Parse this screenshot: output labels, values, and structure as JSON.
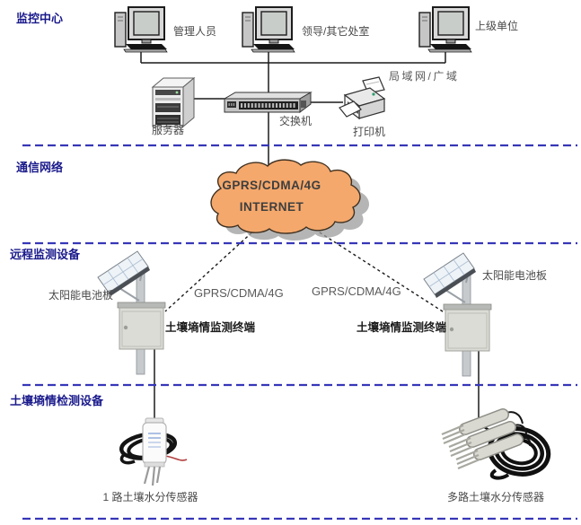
{
  "sections": {
    "monitoring_center": "监控中心",
    "comm_network": "通信网络",
    "remote_devices": "远程监测设备",
    "soil_devices": "土壤墒情检测设备"
  },
  "computers": {
    "admin": "管理人员",
    "leader": "领导/其它处室",
    "superior": "上级单位"
  },
  "equipment": {
    "server": "服务器",
    "switch": "交换机",
    "printer": "打印机",
    "lan": "局域网/广域"
  },
  "cloud": {
    "line1": "GPRS/CDMA/4G",
    "line2": "INTERNET"
  },
  "links": {
    "left": "GPRS/CDMA/4G",
    "right": "GPRS/CDMA/4G"
  },
  "left_station": {
    "solar": "太阳能电池板",
    "terminal": "土壤墒情监测终端"
  },
  "right_station": {
    "solar": "太阳能电池板",
    "terminal": "土壤墒情监测终端"
  },
  "sensors": {
    "single": "1 路土壤水分传感器",
    "multi": "多路土壤水分传感器"
  },
  "colors": {
    "section_label": "#1a1a8c",
    "separator": "#3636b8",
    "cloud_fill": "#f4a86c",
    "label_gray": "#4a4a4a"
  }
}
